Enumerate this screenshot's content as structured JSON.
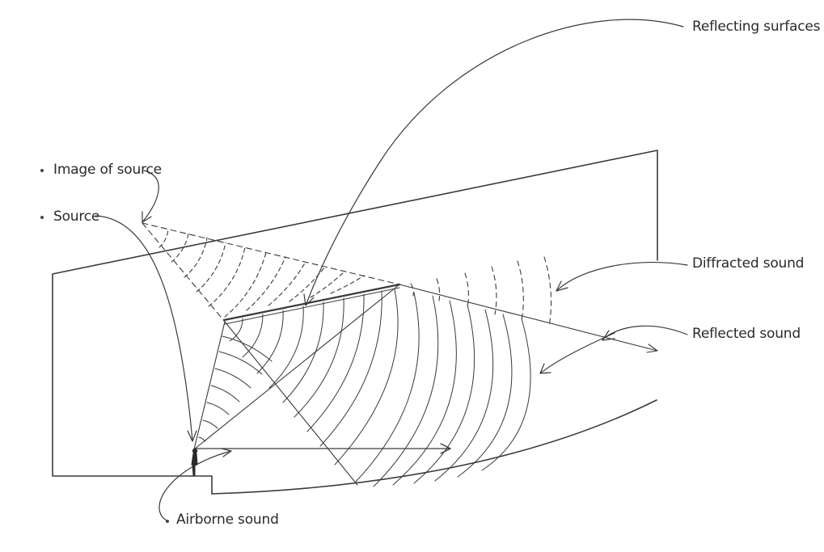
{
  "labels": {
    "reflecting_surfaces": "Reflecting surfaces",
    "image_of_source": "Image of source",
    "source": "Source",
    "diffracted_sound": "Diffracted sound",
    "reflected_sound": "Reflected sound",
    "airborne_sound": "Airborne sound"
  },
  "colors": {
    "ink": "#3a3a3a",
    "paper": "#ffffff"
  }
}
